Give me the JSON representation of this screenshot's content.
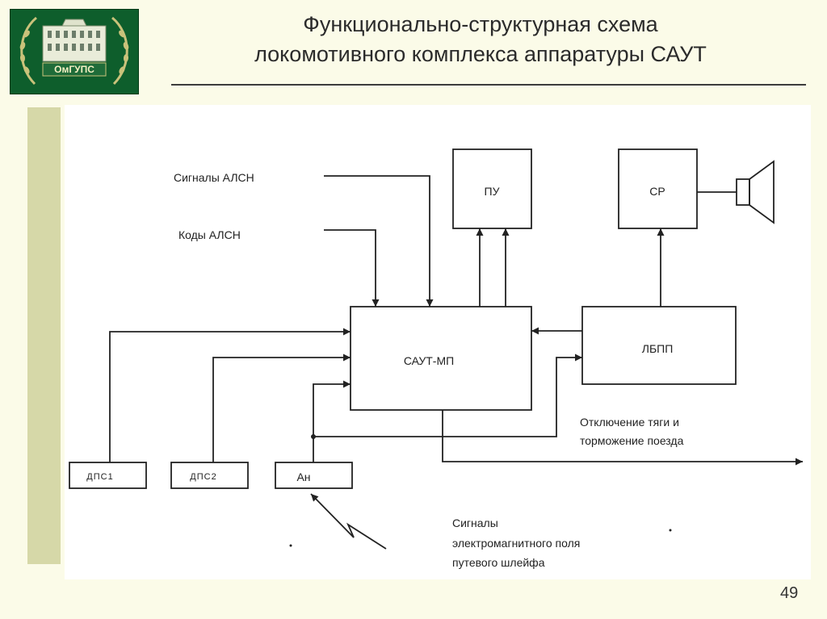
{
  "header": {
    "title_line1": "Функционально-структурная схема",
    "title_line2": "локомотивного комплекса аппаратуры САУТ"
  },
  "logo": {
    "text": "ОмГУПС",
    "colors": {
      "background": "#0e5e2c",
      "laurel": "#c9c27a",
      "band": "#1f6c39"
    }
  },
  "diagram": {
    "inputs": {
      "alsn_signals": "Сигналы АЛСН",
      "alsn_codes": "Коды АЛСН"
    },
    "blocks": {
      "pu": "ПУ",
      "sr": "СР",
      "saut_mp": "САУТ-МП",
      "lbpp": "ЛБПП",
      "dps1": "ДПС1",
      "dps2": "ДПС2",
      "an": "Ан"
    },
    "output_label": {
      "line1": "Отключение тяги и",
      "line2": "торможение поезда"
    },
    "field_label": {
      "line1": "Сигналы",
      "line2": "электромагнитного поля",
      "line3": "путевого шлейфа"
    }
  },
  "footer": {
    "page_number": "49"
  }
}
